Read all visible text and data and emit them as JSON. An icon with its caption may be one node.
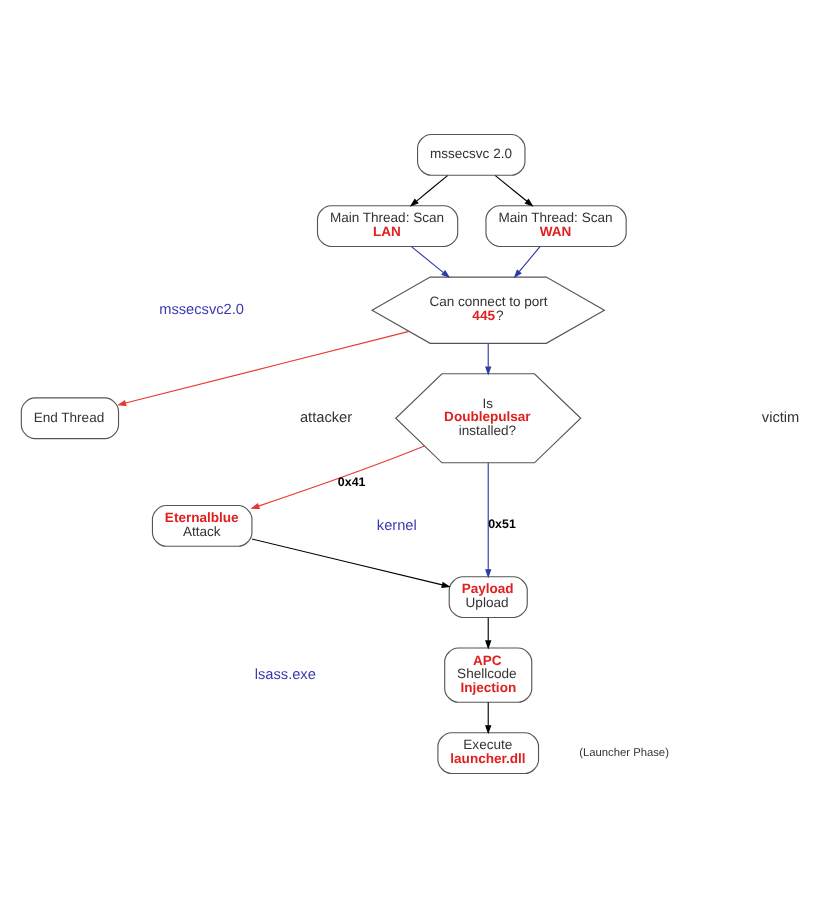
{
  "diagram": {
    "nodes": [
      {
        "text": [
          "mssecsvc 2.0"
        ]
      },
      {
        "text": [
          "Main Thread: Scan **LAN**"
        ]
      },
      {
        "text": [
          "Main Thread: Scan **WAN**"
        ]
      },
      {
        "text": [
          "Can connect to port **445**?"
        ]
      },
      {
        "text": [
          "End Thread"
        ]
      },
      {
        "text": [
          "Is **Doublepulsar** installed?"
        ]
      },
      {
        "text": [
          "**Eternalblue** Attack"
        ]
      },
      {
        "text": [
          "**Payload** Upload"
        ]
      },
      {
        "text": [
          "**APC** Shellcode **Injection**"
        ]
      },
      {
        "text": [
          "Execute **launcher.dll**"
        ],
        "beside": [
          "(Launcher Phase)"
        ]
      }
    ],
    "edges": [
      {
        "from": 0,
        "to": 1,
        "arrow": "to"
      },
      {
        "from": 0,
        "to": 2,
        "arrow": "to"
      },
      {
        "from": 1,
        "to": 3,
        "arrow": "to",
        "color": "#2e3aa8"
      },
      {
        "from": 2,
        "to": 3,
        "arrow": "to",
        "color": "#2e3aa8"
      },
      {
        "from": 3,
        "to": 4,
        "arrow": "to",
        "color": "#e53935"
      },
      {
        "from": 3,
        "to": 5,
        "arrow": "to",
        "color": "#2e3aa8"
      },
      {
        "from": 5,
        "to": 6,
        "arrow": "to",
        "label": "0x41",
        "color": "#e53935"
      },
      {
        "from": 5,
        "to": 7,
        "arrow": "to",
        "label": "0x51",
        "color": "#2e3aa8"
      },
      {
        "from": 6,
        "to": 7,
        "arrow": "to"
      },
      {
        "from": 7,
        "to": 8,
        "arrow": "to"
      },
      {
        "from": 8,
        "to": 9,
        "arrow": "to"
      }
    ],
    "labels": [
      "mssecsvc2.0",
      "attacker",
      "victim",
      "kernel",
      "lsass.exe"
    ]
  }
}
